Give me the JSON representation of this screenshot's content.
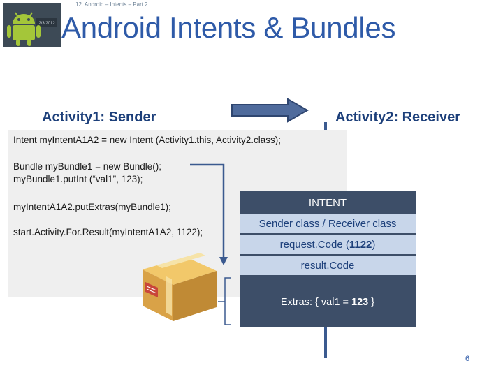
{
  "breadcrumb": "12. Android – Intents – Part 2",
  "title": "Android Intents & Bundles",
  "sender_heading": "Activity1:   Sender",
  "receiver_heading": "Activity2:  Receiver",
  "code": {
    "line1": "Intent myIntentA1A2 = new Intent  (Activity1.this, Activity2.class);",
    "line2": "Bundle myBundle1 = new Bundle();",
    "line3": "myBundle1.putInt (“val1”, 123);",
    "line4": "myIntentA1A2.putExtras(myBundle1);",
    "line5": "start.Activity.For.Result(myIntentA1A2, 1122);"
  },
  "intent_box": {
    "header": "INTENT",
    "sender_receiver": "Sender class / Receiver class",
    "request_code_label": "request.Code (",
    "request_code_value": "1122",
    "request_code_close": ")",
    "result_code": "result.Code",
    "extras_label": "Extras:  { val1 = ",
    "extras_value": "123",
    "extras_close": " }"
  },
  "page_number": "6",
  "colors": {
    "title": "#2e5aa8",
    "heading": "#1c3f7a",
    "arrow": "#3b5a8f",
    "intent_dark": "#3d4e68",
    "intent_light": "#c8d6ea"
  },
  "icons": {
    "logo": "android-logo-icon",
    "package": "cardboard-box-icon"
  }
}
